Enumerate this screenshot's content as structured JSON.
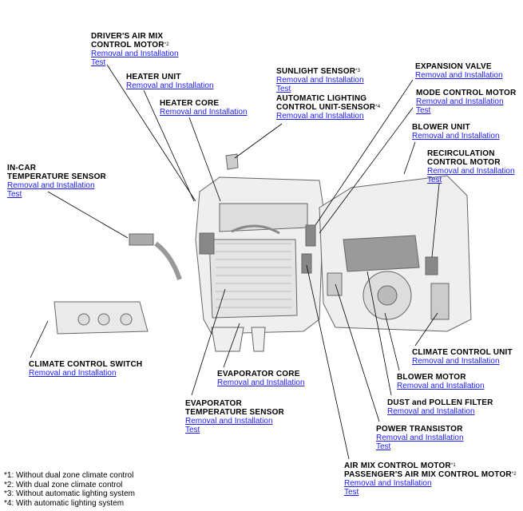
{
  "links": {
    "removal": "Removal and Installation",
    "test": "Test"
  },
  "labels": [
    {
      "id": "drivers-air-mix-control-motor",
      "title": [
        "DRIVER'S AIR MIX",
        "CONTROL MOTOR"
      ],
      "note": "*2",
      "test": true
    },
    {
      "id": "heater-unit",
      "title": [
        "HEATER UNIT"
      ],
      "note": "",
      "test": false
    },
    {
      "id": "heater-core",
      "title": [
        "HEATER CORE"
      ],
      "note": "",
      "test": false
    },
    {
      "id": "in-car-temperature-sensor",
      "title": [
        "IN-CAR",
        "TEMPERATURE SENSOR"
      ],
      "note": "",
      "test": true
    },
    {
      "id": "sunlight-sensor",
      "title": [
        "SUNLIGHT SENSOR"
      ],
      "note": "*3",
      "test": true
    },
    {
      "id": "automatic-lighting-control-unit-sensor",
      "title": [
        "AUTOMATIC LIGHTING",
        "CONTROL UNIT-SENSOR"
      ],
      "note": "*4",
      "test": false
    },
    {
      "id": "expansion-valve",
      "title": [
        "EXPANSION VALVE"
      ],
      "note": "",
      "test": false
    },
    {
      "id": "mode-control-motor",
      "title": [
        "MODE CONTROL MOTOR"
      ],
      "note": "",
      "test": true
    },
    {
      "id": "blower-unit",
      "title": [
        "BLOWER UNIT"
      ],
      "note": "",
      "test": false
    },
    {
      "id": "recirculation-control-motor",
      "title": [
        "RECIRCULATION",
        "CONTROL MOTOR"
      ],
      "note": "",
      "test": true
    },
    {
      "id": "climate-control-switch",
      "title": [
        "CLIMATE CONTROL SWITCH"
      ],
      "note": "",
      "test": false
    },
    {
      "id": "evaporator-core",
      "title": [
        "EVAPORATOR CORE"
      ],
      "note": "",
      "test": false
    },
    {
      "id": "evaporator-temperature-sensor",
      "title": [
        "EVAPORATOR",
        "TEMPERATURE SENSOR"
      ],
      "note": "",
      "test": true
    },
    {
      "id": "climate-control-unit",
      "title": [
        "CLIMATE CONTROL UNIT"
      ],
      "note": "",
      "test": false
    },
    {
      "id": "blower-motor",
      "title": [
        "BLOWER MOTOR"
      ],
      "note": "",
      "test": false
    },
    {
      "id": "dust-and-pollen-filter",
      "title": [
        "DUST and POLLEN FILTER"
      ],
      "note": "",
      "test": false
    },
    {
      "id": "power-transistor",
      "title": [
        "POWER TRANSISTOR"
      ],
      "note": "",
      "test": true
    },
    {
      "id": "air-mix-control-motor",
      "title": [
        "AIR MIX CONTROL MOTOR",
        "PASSENGER'S AIR MIX CONTROL MOTOR"
      ],
      "notes": [
        "*1",
        "*2"
      ],
      "test": true
    }
  ],
  "footnotes": [
    "*1: Without dual zone climate control",
    "*2: With dual zone climate control",
    "*3: Without automatic lighting system",
    "*4: With automatic lighting system"
  ],
  "colors": {
    "link": "#1a1aff",
    "text": "#000000",
    "art_stroke": "#555555",
    "art_fill": "#eeeeee"
  }
}
